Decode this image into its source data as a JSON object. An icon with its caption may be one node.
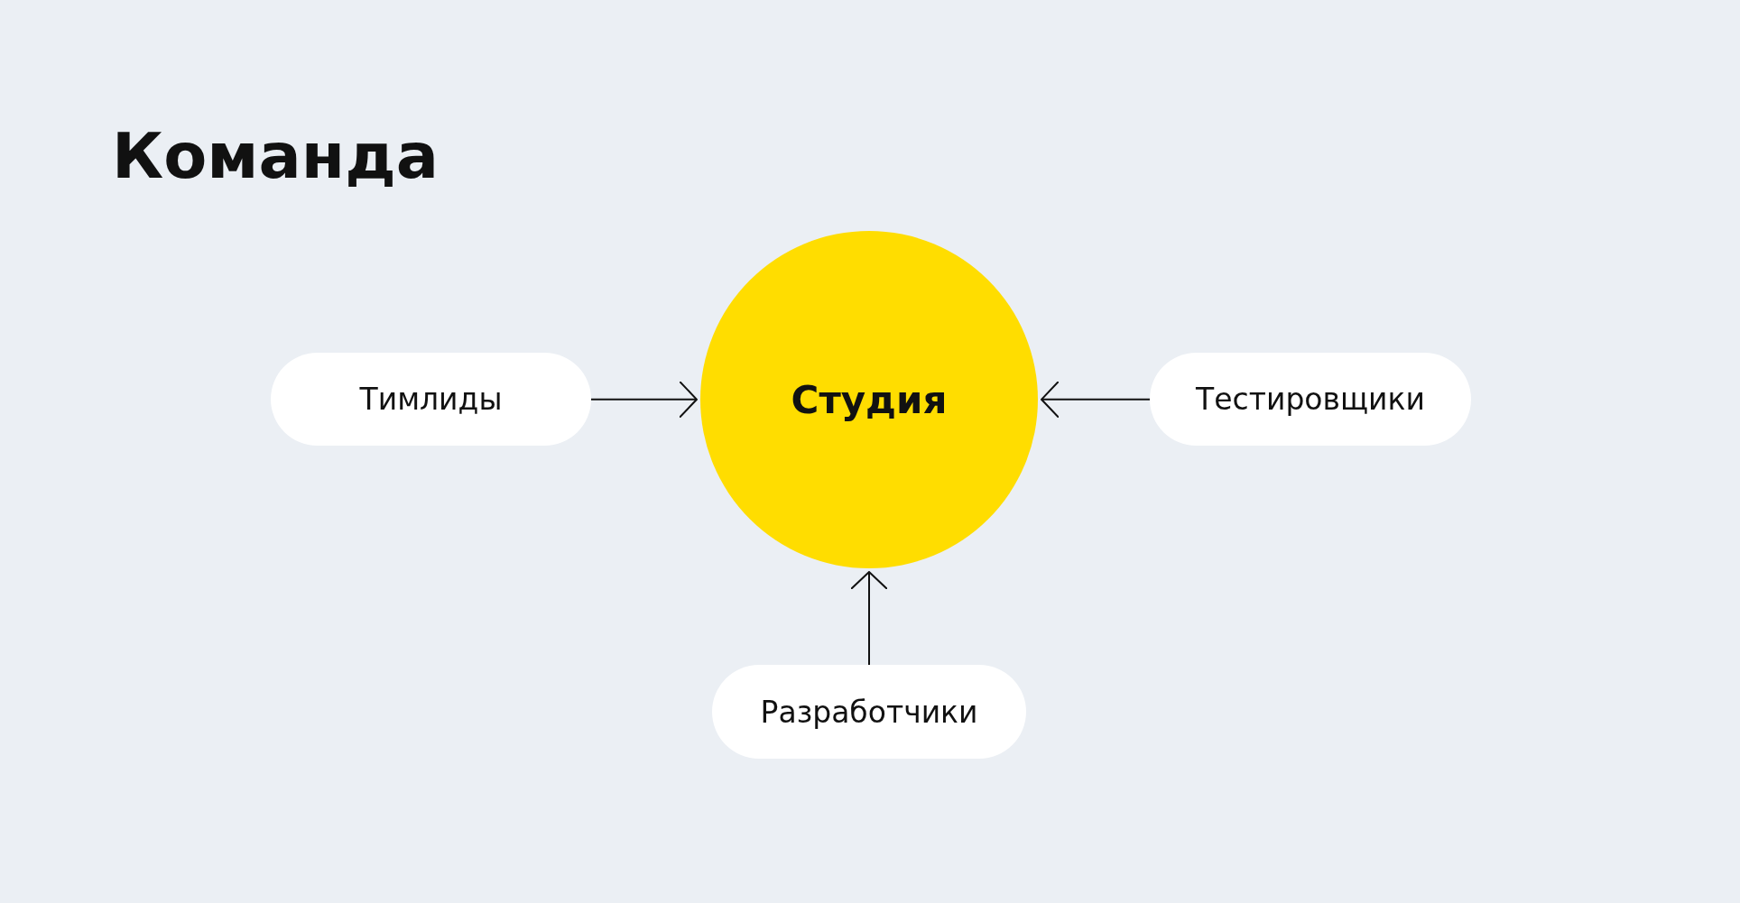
{
  "diagram": {
    "title": "Команда",
    "nodes": [
      {
        "text": [
          "Студия"
        ]
      },
      {
        "text": [
          "Тимлиды"
        ]
      },
      {
        "text": [
          "Тестировщики"
        ]
      },
      {
        "text": [
          "Разработчики"
        ]
      }
    ],
    "edges": [
      {
        "from": 1,
        "to": 0,
        "arrow": "to"
      },
      {
        "from": 2,
        "to": 0,
        "arrow": "to"
      },
      {
        "from": 3,
        "to": 0,
        "arrow": "to"
      }
    ]
  }
}
